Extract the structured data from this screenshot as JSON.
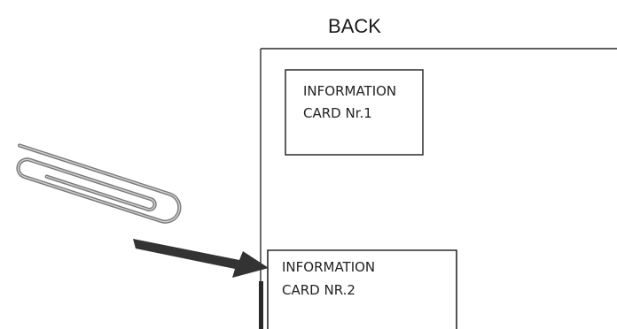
{
  "diagram": {
    "title": "BACK",
    "cards": [
      {
        "line1": "INFORMATION",
        "line2": "CARD Nr.1"
      },
      {
        "line1": "INFORMATION",
        "line2": "CARD NR.2"
      }
    ],
    "icons": {
      "paperclip": "paperclip-icon",
      "arrow": "arrow-icon"
    },
    "colors": {
      "ink": "#1a1a1a",
      "clip": "#7a7a7a",
      "arrow": "#333333"
    }
  }
}
